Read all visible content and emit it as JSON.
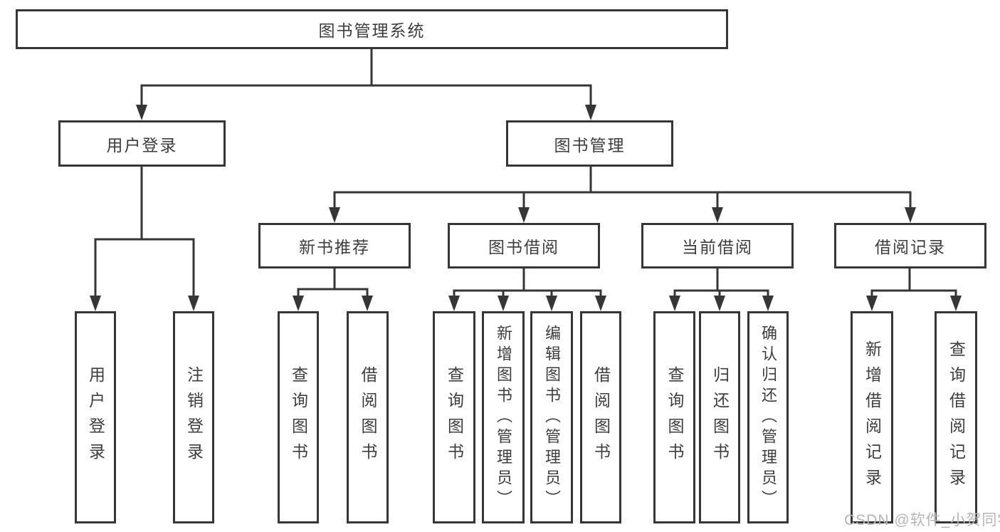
{
  "diagram": {
    "title": "图书管理系统",
    "watermark": "CSDN @软件_小贺同学",
    "colors": {
      "line": "#363636",
      "box_border": "#363636",
      "box_fill": "#ffffff",
      "text": "#3d3d3d",
      "watermark": "#b5b5b5"
    }
  },
  "nodes": {
    "root": {
      "label": "图书管理系统"
    },
    "user_login_branch": {
      "label": "用户登录"
    },
    "book_mgmt_branch": {
      "label": "图书管理"
    },
    "new_book_rec": {
      "label": "新书推荐"
    },
    "book_borrow": {
      "label": "图书借阅"
    },
    "current_borrow": {
      "label": "当前借阅"
    },
    "borrow_record": {
      "label": "借阅记录"
    },
    "leaf_user_login": {
      "label": "用户登录"
    },
    "leaf_logout": {
      "label": "注销登录"
    },
    "leaf_nbr_query": {
      "label": "查询图书"
    },
    "leaf_nbr_borrow": {
      "label": "借阅图书"
    },
    "leaf_bb_query": {
      "label": "查询图书"
    },
    "leaf_bb_add": {
      "label": "新增图书（管理员）"
    },
    "leaf_bb_edit": {
      "label": "编辑图书（管理员）"
    },
    "leaf_bb_borrow": {
      "label": "借阅图书"
    },
    "leaf_cb_query": {
      "label": "查询图书"
    },
    "leaf_cb_return": {
      "label": "归还图书"
    },
    "leaf_cb_confirm": {
      "label": "确认归还（管理员）"
    },
    "leaf_br_add": {
      "label": "新增借阅记录"
    },
    "leaf_br_query": {
      "label": "查询借阅记录"
    }
  },
  "hierarchy": {
    "root": "图书管理系统",
    "children": [
      {
        "label": "用户登录",
        "children": [
          "用户登录",
          "注销登录"
        ]
      },
      {
        "label": "图书管理",
        "children": [
          {
            "label": "新书推荐",
            "children": [
              "查询图书",
              "借阅图书"
            ]
          },
          {
            "label": "图书借阅",
            "children": [
              "查询图书",
              "新增图书（管理员）",
              "编辑图书（管理员）",
              "借阅图书"
            ]
          },
          {
            "label": "当前借阅",
            "children": [
              "查询图书",
              "归还图书",
              "确认归还（管理员）"
            ]
          },
          {
            "label": "借阅记录",
            "children": [
              "新增借阅记录",
              "查询借阅记录"
            ]
          }
        ]
      }
    ]
  }
}
